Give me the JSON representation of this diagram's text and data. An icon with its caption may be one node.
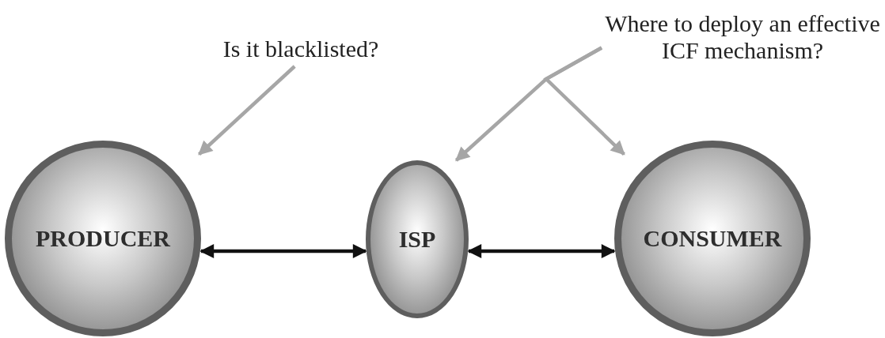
{
  "diagram": {
    "nodes": [
      {
        "text": [
          "Is it blacklisted?"
        ]
      },
      {
        "text": [
          "Where to deploy an effective ICF mechanism?"
        ]
      },
      {
        "text": [
          "PRODUCER"
        ]
      },
      {
        "text": [
          "ISP"
        ]
      },
      {
        "text": [
          "CONSUMER"
        ]
      }
    ],
    "edges": [
      {
        "from": 0,
        "to": 2,
        "arrow": "to"
      },
      {
        "from": 1,
        "to": 3,
        "arrow": "to"
      },
      {
        "from": 1,
        "to": 4,
        "arrow": "to"
      },
      {
        "from": 2,
        "to": 3,
        "arrow": "both",
        "color": "#111111"
      },
      {
        "from": 3,
        "to": 4,
        "arrow": "both",
        "color": "#111111"
      }
    ]
  }
}
